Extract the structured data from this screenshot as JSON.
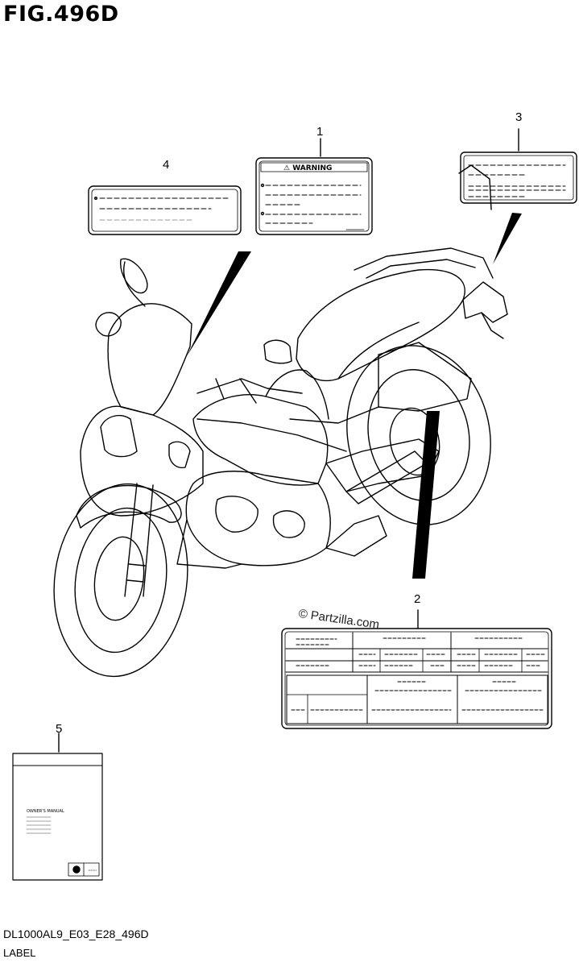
{
  "figure": {
    "title": "FIG.496D"
  },
  "callouts": [
    {
      "id": "1",
      "label": "1"
    },
    {
      "id": "2",
      "label": "2"
    },
    {
      "id": "3",
      "label": "3"
    },
    {
      "id": "4",
      "label": "4"
    },
    {
      "id": "5",
      "label": "5"
    }
  ],
  "label1": {
    "heading": "⚠ WARNING"
  },
  "label5": {
    "heading": "OWNER'S MANUAL"
  },
  "watermark": "© Partzilla.com",
  "footer": {
    "code": "DL1000AL9_E03_E28_496D",
    "name": "LABEL"
  }
}
